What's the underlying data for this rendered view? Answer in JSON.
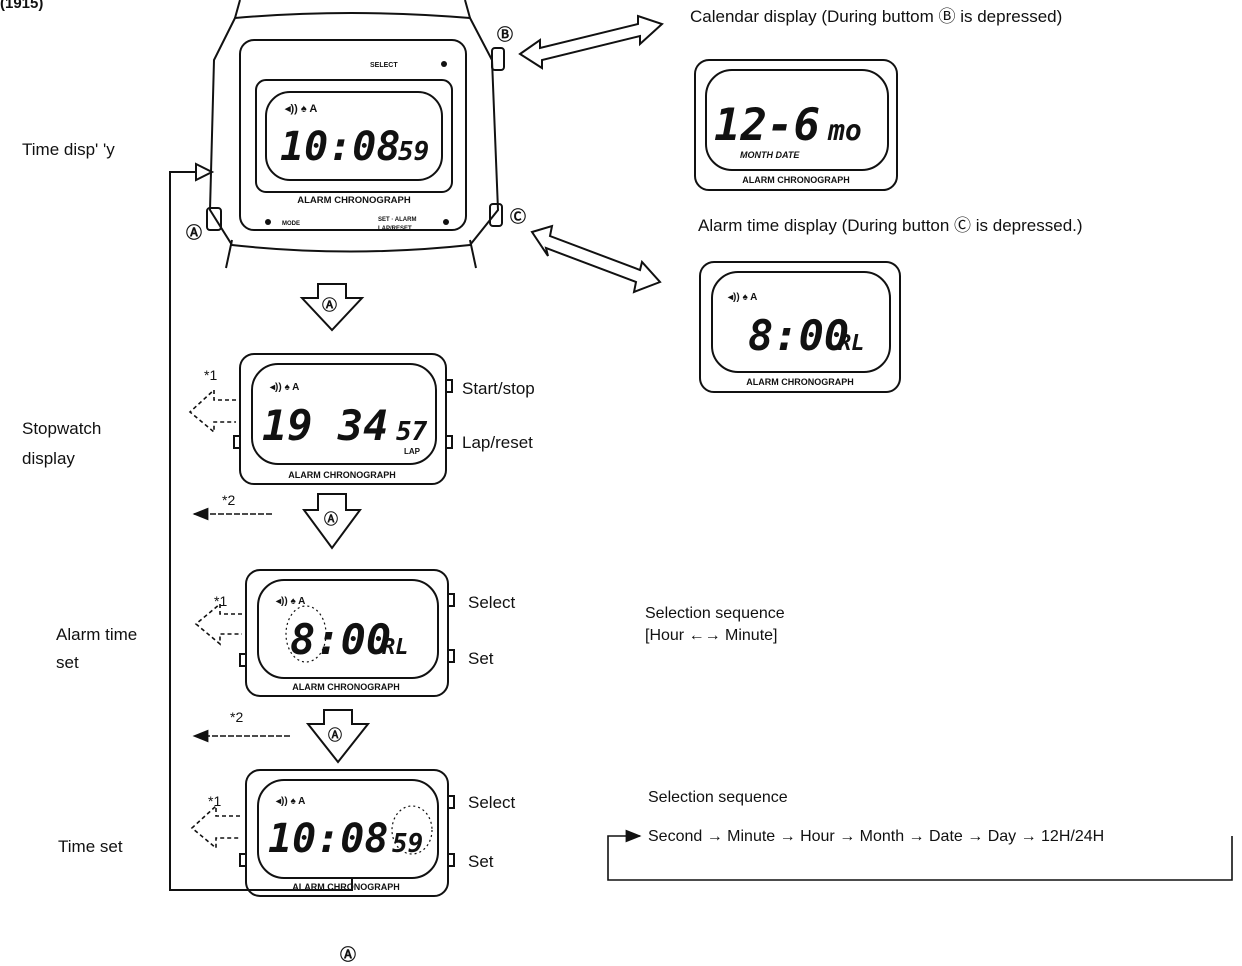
{
  "corner_label": "(1915)",
  "watch_main": {
    "select": "SELECT",
    "brand": "ALARM CHRONOGRAPH",
    "mode": "MODE",
    "set_alarm": "SET · ALARM",
    "lap_reset": "LAP/RESET",
    "time_main": "10:08",
    "time_sec": "59"
  },
  "buttons": {
    "a": "Ⓐ",
    "b": "Ⓑ",
    "c": "Ⓒ"
  },
  "left_labels": {
    "time": "Time disp' 'y",
    "stopwatch_1": "Stopwatch",
    "stopwatch_2": "display",
    "alarm_1": "Alarm time",
    "alarm_2": "set",
    "timeset": "Time set"
  },
  "right_labels": {
    "calendar": "Calendar display (During buttom Ⓑ is depressed)",
    "alarm_display": "Alarm time display (During button Ⓒ is depressed.)",
    "start_stop": "Start/stop",
    "lap_reset": "Lap/reset",
    "select": "Select",
    "set": "Set"
  },
  "sequence_alarm": {
    "title": "Selection sequence",
    "items": "[Hour ←→ Minute]"
  },
  "sequence_time": {
    "title": "Selection sequence",
    "items": "Second → Minute → Hour → Month → Date → Day → 12H/24H"
  },
  "notes": {
    "n1": "*1",
    "n2": "*2"
  },
  "lcd": {
    "calendar_main": "12-6",
    "calendar_suffix": "mo",
    "calendar_sub": "MONTH  DATE",
    "alarm_main": "8:00",
    "alarm_suffix": "RL",
    "stopwatch_main": "19 34",
    "stopwatch_sec": "57",
    "stopwatch_lap": "LAP",
    "timeset_main": "10:08",
    "timeset_sec": "59",
    "indicator": "◂)) ♠  A"
  }
}
